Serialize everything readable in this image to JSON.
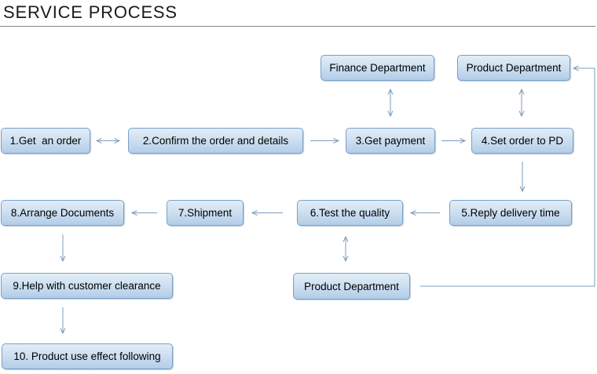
{
  "title": "SERVICE PROCESS",
  "nodes": {
    "finance_top": "Finance Department",
    "product_top": "Product Department",
    "step1": "1.Get  an order",
    "step2": "2.Confirm the order and details",
    "step3": "3.Get payment",
    "step4": "4.Set order to PD",
    "step5": "5.Reply delivery time",
    "step6": "6.Test the quality",
    "step7": "7.Shipment",
    "step8": "8.Arrange Documents",
    "step9": "9.Help with customer clearance",
    "step10": "10. Product use effect following",
    "product_bottom": "Product Department"
  },
  "connections": [
    {
      "from": "step1",
      "to": "step2",
      "style": "double-headed"
    },
    {
      "from": "step2",
      "to": "step3",
      "style": "single"
    },
    {
      "from": "step3",
      "to": "step4",
      "style": "single"
    },
    {
      "from": "finance_top",
      "to": "step3",
      "style": "double-headed"
    },
    {
      "from": "product_top",
      "to": "step4",
      "style": "double-headed"
    },
    {
      "from": "step4",
      "to": "step5",
      "style": "single"
    },
    {
      "from": "step5",
      "to": "step6",
      "style": "single"
    },
    {
      "from": "step6",
      "to": "step7",
      "style": "single"
    },
    {
      "from": "step7",
      "to": "step8",
      "style": "single"
    },
    {
      "from": "step8",
      "to": "step9",
      "style": "single"
    },
    {
      "from": "step9",
      "to": "step10",
      "style": "single"
    },
    {
      "from": "step6",
      "to": "product_bottom",
      "style": "double-headed"
    },
    {
      "from": "product_bottom",
      "to": "product_top",
      "style": "single-feedback-loop"
    }
  ],
  "colors": {
    "box_border": "#78a1c8",
    "box_fill_top": "#e2edf8",
    "box_fill_bottom": "#b2cde7",
    "arrow_color": "#7e9cba",
    "title_color": "#1a1a1a",
    "rule_color": "#828282",
    "box_text": "#000000"
  }
}
